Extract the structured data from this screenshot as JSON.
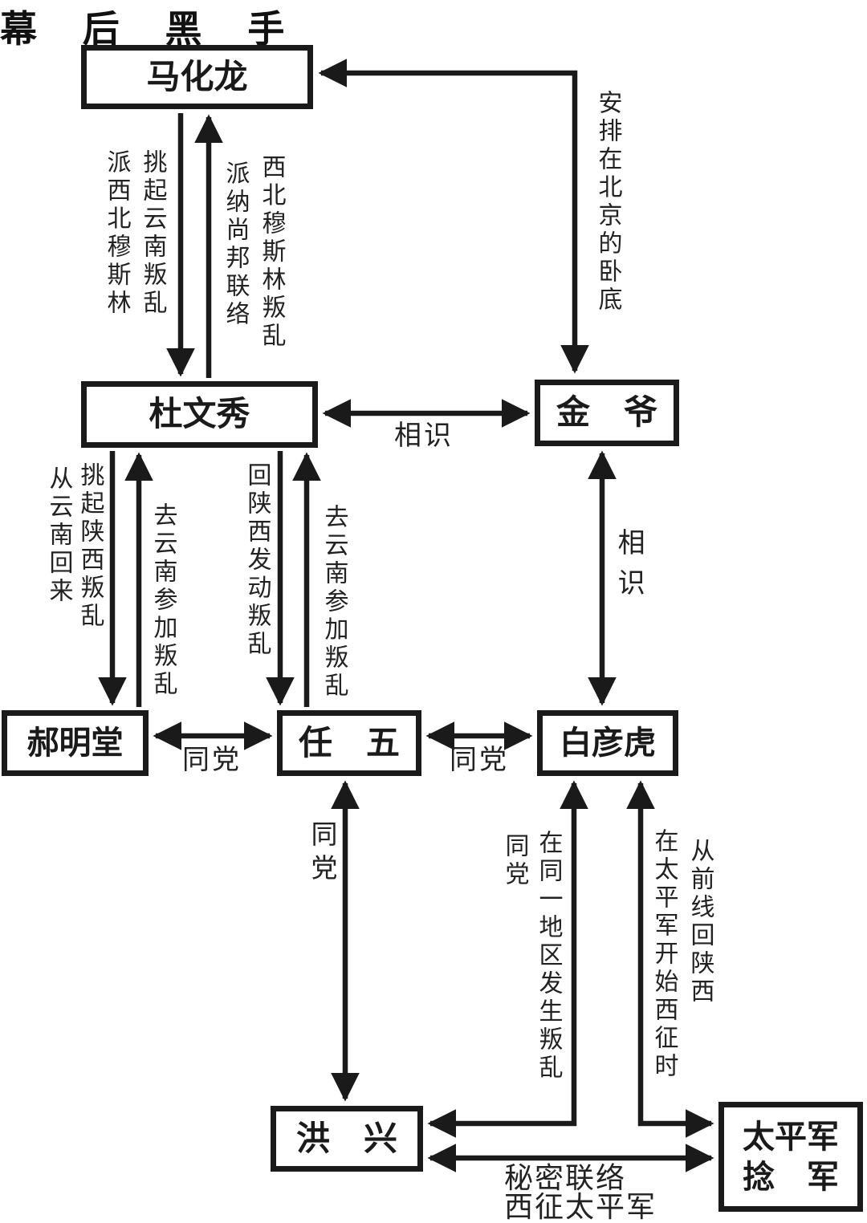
{
  "title": "幕 后 黑 手",
  "colors": {
    "ink": "#1a1a1a",
    "background": "#ffffff"
  },
  "nodes": {
    "mahualong": {
      "label": "马化龙"
    },
    "duwenxiu": {
      "label": "杜文秀"
    },
    "jinye": {
      "label": "金　爷"
    },
    "haomingtang": {
      "label": "郝明堂"
    },
    "renwu": {
      "label": "任　五"
    },
    "baiyanhu": {
      "label": "白彦虎"
    },
    "hongxing": {
      "label": "洪　兴"
    },
    "taipingjun": {
      "line1": "太平军",
      "line2": "捻　军"
    }
  },
  "edge_labels": {
    "mahualong_to_duwenxiu": {
      "cols": [
        "派西北穆斯林",
        "挑起云南叛乱"
      ]
    },
    "duwenxiu_to_mahualong": {
      "cols": [
        "派纳尚邦联络",
        "西北穆斯林叛乱"
      ]
    },
    "mahualong_jinye": "安排在北京的卧底",
    "duwenxiu_jinye": "相识",
    "jinye_baiyanhu": "相识",
    "duwenxiu_to_haomingtang": {
      "cols": [
        "从云南回来",
        "挑起陕西叛乱"
      ]
    },
    "haomingtang_to_duwenxiu": "去云南参加叛乱",
    "duwenxiu_to_renwu": "回陕西发动叛乱",
    "renwu_to_duwenxiu": "去云南参加叛乱",
    "haomingtang_renwu": "同党",
    "renwu_baiyanhu": "同党",
    "renwu_hongxing": "同党",
    "baiyanhu_hongxing": {
      "cols": [
        "同党",
        "在同一地区发生叛乱"
      ]
    },
    "baiyanhu_taipingjun": {
      "cols": [
        "在太平军开始西征时",
        "从前线回陕西"
      ]
    },
    "hongxing_taipingjun": {
      "line1": "秘密联络",
      "line2": "西征太平军"
    }
  }
}
